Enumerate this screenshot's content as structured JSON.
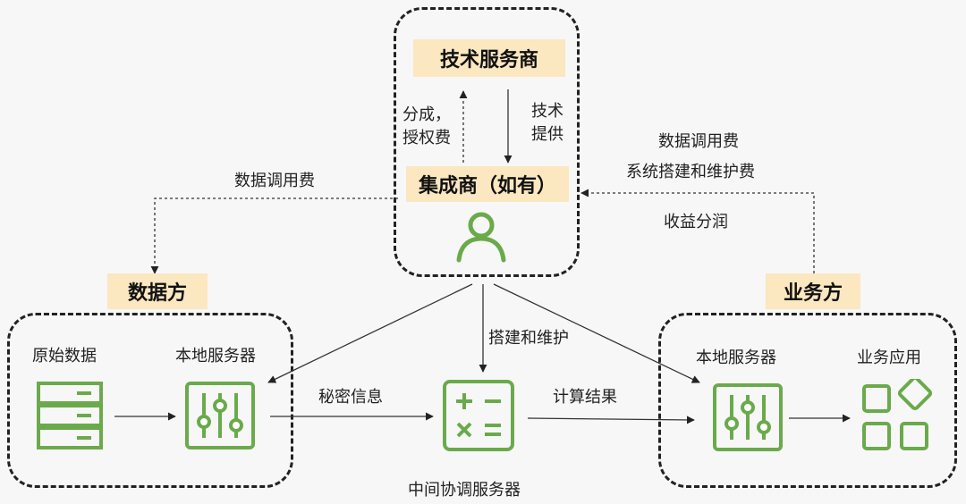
{
  "nodes": {
    "tech_provider": {
      "label": "技术服务商"
    },
    "integrator": {
      "label": "集成商（如有）"
    },
    "data_party": {
      "label": "数据方"
    },
    "business_party": {
      "label": "业务方"
    }
  },
  "items": {
    "raw_data": "原始数据",
    "local_server_left": "本地服务器",
    "local_server_right": "本地服务器",
    "business_app": "业务应用",
    "coordinator": "中间协调服务器"
  },
  "edges": {
    "revenue_share": "分成，\n授权费",
    "tech_supply": "技术\n提供",
    "data_fee_left": "数据调用费",
    "data_fee_right": "数据调用费",
    "system_fee": "系统搭建和维护费",
    "profit_share": "收益分润",
    "build_maintain": "搭建和维护",
    "secret_info": "秘密信息",
    "compute_result": "计算结果"
  },
  "colors": {
    "icon_green": "#6aaa4b",
    "tag_bg": "#fbe7c0",
    "border": "#222222"
  },
  "icons": [
    "user-icon",
    "database-icon",
    "server-sliders-icon",
    "calculator-icon",
    "apps-icon"
  ]
}
